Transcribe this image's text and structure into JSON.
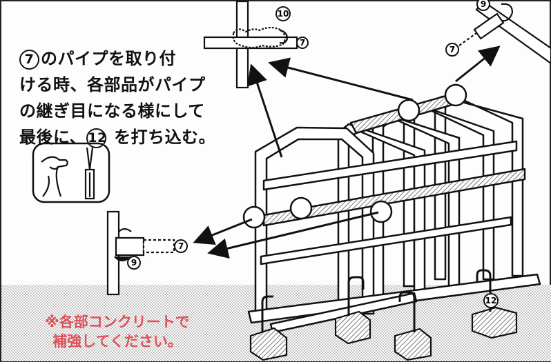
{
  "instruction": {
    "ref_pipe": "7",
    "line1_text": "のパイプを取り付",
    "line2_text": "ける時、各部品がパイプ",
    "line3_text": "の継ぎ目になる様にして",
    "line4_prefix": "最後に、",
    "ref_stake": "12",
    "line4_suffix": "を打ち込む。"
  },
  "callouts": {
    "top_detail_part_a": "10",
    "top_detail_part_b": "7",
    "right_detail_part_a": "9",
    "right_detail_part_b": "7",
    "left_detail_part_a": "7",
    "left_detail_part_b": "9",
    "ground_stake": "12"
  },
  "warning": {
    "line1": "※各部コンクリートで",
    "line2": "補強してください。"
  },
  "colors": {
    "warning_text": "#e0505a",
    "ground_pattern": "#b8b8b8",
    "line": "#111111"
  },
  "icons": [
    "pliers-icon",
    "wrench-icon"
  ]
}
